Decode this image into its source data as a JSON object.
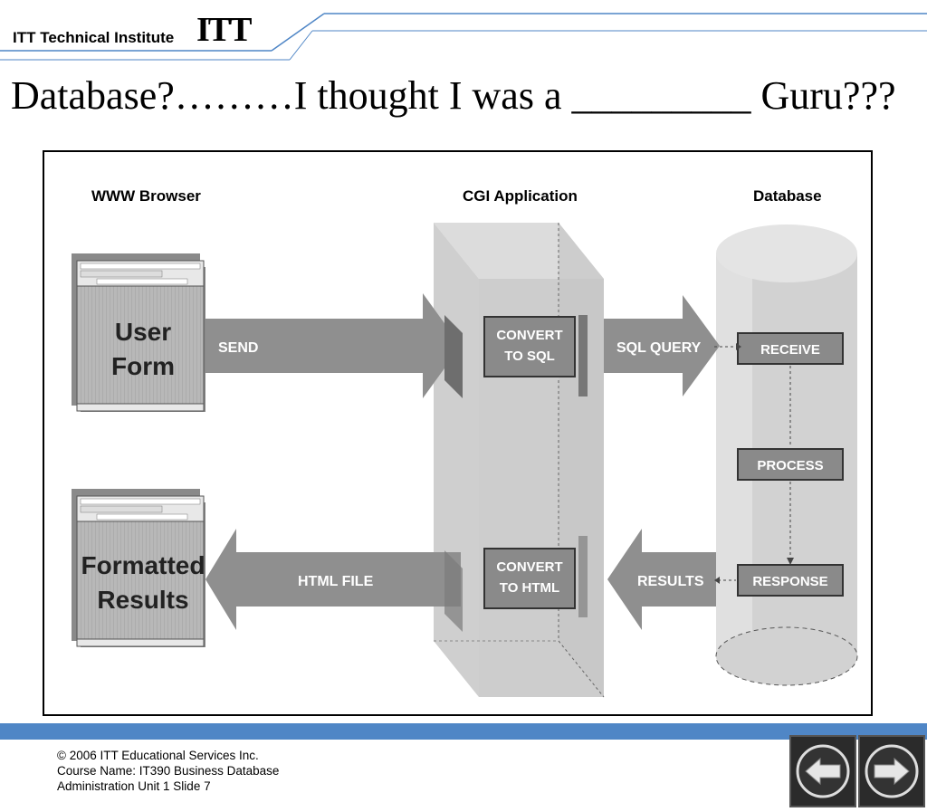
{
  "header": {
    "brand_text": "ITT Technical Institute",
    "logo_text": "ITT"
  },
  "slide": {
    "title": "Database?………I thought I was a _________ Guru???"
  },
  "diagram": {
    "columns": {
      "browser": "WWW Browser",
      "cgi": "CGI Application",
      "database": "Database"
    },
    "user_form_line1": "User",
    "user_form_line2": "Form",
    "results_line1": "Formatted",
    "results_line2": "Results",
    "send": "SEND",
    "html_file": "HTML FILE",
    "sql_query": "SQL QUERY",
    "results": "RESULTS",
    "convert_sql_line1": "CONVERT",
    "convert_sql_line2": "TO SQL",
    "convert_html_line1": "CONVERT",
    "convert_html_line2": "TO HTML",
    "receive": "RECEIVE",
    "process": "PROCESS",
    "response": "RESPONSE"
  },
  "footer": {
    "line1": "© 2006 ITT Educational Services Inc.",
    "line2": "Course Name: IT390 Business Database",
    "line3": "Administration Unit 1 Slide 7"
  },
  "nav": {
    "back_icon": "left-arrow-icon",
    "forward_icon": "right-arrow-icon"
  }
}
